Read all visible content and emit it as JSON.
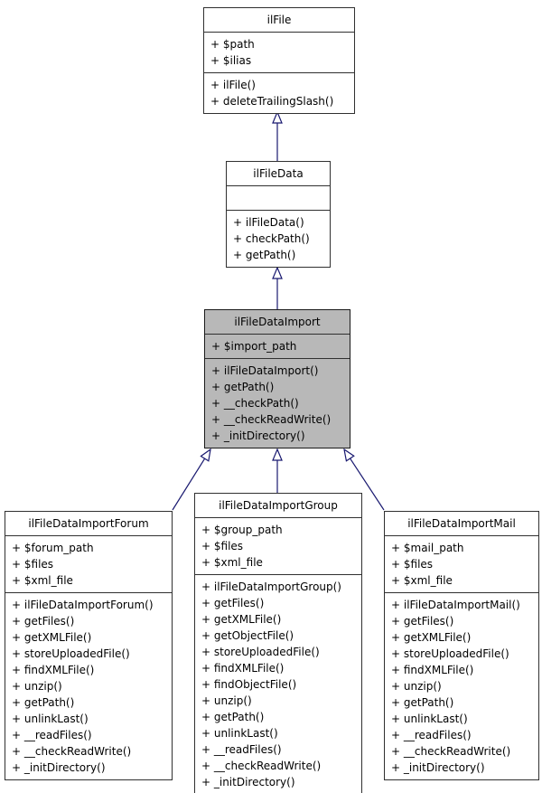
{
  "colors": {
    "node_background": "#ffffff",
    "highlight_background": "#b8b8b8",
    "border": "#303030",
    "edge": "#191970",
    "text": "#000000"
  },
  "classes": [
    {
      "name": "ilFile",
      "highlighted": false,
      "attributes": [
        "+ $path",
        "+ $ilias"
      ],
      "methods": [
        "+ ilFile()",
        "+ deleteTrailingSlash()"
      ]
    },
    {
      "name": "ilFileData",
      "highlighted": false,
      "attributes": [],
      "methods": [
        "+ ilFileData()",
        "+ checkPath()",
        "+ getPath()"
      ]
    },
    {
      "name": "ilFileDataImport",
      "highlighted": true,
      "attributes": [
        "+ $import_path"
      ],
      "methods": [
        "+ ilFileDataImport()",
        "+ getPath()",
        "+ __checkPath()",
        "+ __checkReadWrite()",
        "+ _initDirectory()"
      ]
    },
    {
      "name": "ilFileDataImportForum",
      "highlighted": false,
      "attributes": [
        "+ $forum_path",
        "+ $files",
        "+ $xml_file"
      ],
      "methods": [
        "+ ilFileDataImportForum()",
        "+ getFiles()",
        "+ getXMLFile()",
        "+ storeUploadedFile()",
        "+ findXMLFile()",
        "+ unzip()",
        "+ getPath()",
        "+ unlinkLast()",
        "+ __readFiles()",
        "+ __checkReadWrite()",
        "+ _initDirectory()"
      ]
    },
    {
      "name": "ilFileDataImportGroup",
      "highlighted": false,
      "attributes": [
        "+ $group_path",
        "+ $files",
        "+ $xml_file"
      ],
      "methods": [
        "+ ilFileDataImportGroup()",
        "+ getFiles()",
        "+ getXMLFile()",
        "+ getObjectFile()",
        "+ storeUploadedFile()",
        "+ findXMLFile()",
        "+ findObjectFile()",
        "+ unzip()",
        "+ getPath()",
        "+ unlinkLast()",
        "+ __readFiles()",
        "+ __checkReadWrite()",
        "+ _initDirectory()"
      ]
    },
    {
      "name": "ilFileDataImportMail",
      "highlighted": false,
      "attributes": [
        "+ $mail_path",
        "+ $files",
        "+ $xml_file"
      ],
      "methods": [
        "+ ilFileDataImportMail()",
        "+ getFiles()",
        "+ getXMLFile()",
        "+ storeUploadedFile()",
        "+ findXMLFile()",
        "+ unzip()",
        "+ getPath()",
        "+ unlinkLast()",
        "+ __readFiles()",
        "+ __checkReadWrite()",
        "+ _initDirectory()"
      ]
    }
  ],
  "relations": [
    {
      "from": "ilFileData",
      "to": "ilFile",
      "type": "inheritance"
    },
    {
      "from": "ilFileDataImport",
      "to": "ilFileData",
      "type": "inheritance"
    },
    {
      "from": "ilFileDataImportForum",
      "to": "ilFileDataImport",
      "type": "inheritance"
    },
    {
      "from": "ilFileDataImportGroup",
      "to": "ilFileDataImport",
      "type": "inheritance"
    },
    {
      "from": "ilFileDataImportMail",
      "to": "ilFileDataImport",
      "type": "inheritance"
    }
  ]
}
